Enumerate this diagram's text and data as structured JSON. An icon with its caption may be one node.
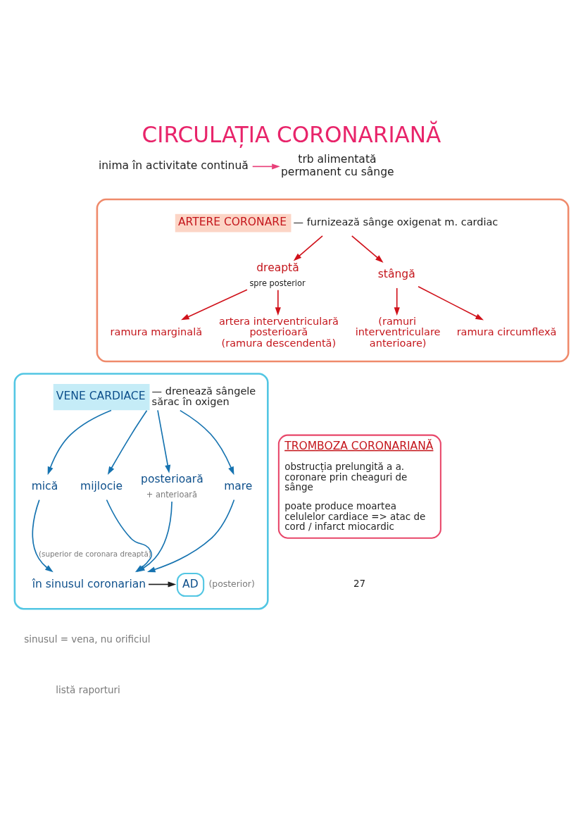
{
  "diagram": {
    "title": "CIRCULAȚIA CORONARIANĂ",
    "nodes": [
      {
        "text": [
          "inima în activitate continuă"
        ]
      },
      {
        "text": [
          "trb alimentată permanent cu sânge"
        ]
      },
      {
        "text": [],
        "shape": "cloud"
      },
      {
        "text": [
          "ARTERE CORONARE"
        ],
        "in": 2,
        "beside": [
          "— furnizează sânge oxigenat m. cardiac"
        ]
      },
      {
        "text": [
          "dreaptă"
        ],
        "in": 2,
        "beside": [
          "spre posterior"
        ]
      },
      {
        "text": [
          "ramura marginală"
        ],
        "in": 2
      },
      {
        "text": [
          "artera interventriculară posterioară",
          "(ramura descendentă)"
        ],
        "in": 2
      },
      {
        "text": [
          "stângă"
        ],
        "in": 2
      },
      {
        "text": [
          "(ramuri interventriculare anterioare)"
        ],
        "in": 2
      },
      {
        "text": [
          "ramura circumflexă"
        ],
        "in": 2
      },
      {
        "text": [],
        "shape": "cloud"
      },
      {
        "text": [
          "VENE CARDIACE"
        ],
        "in": 10,
        "beside": [
          "— drenează sângele sărac în oxigen"
        ]
      },
      {
        "text": [
          "în sinusul coronarian"
        ],
        "in": 10
      },
      {
        "text": [
          "AD"
        ],
        "in": 10,
        "beside": [
          "(posterior)"
        ]
      },
      {
        "text": [
          "mică"
        ],
        "in": 10
      },
      {
        "text": [
          "mijlocie"
        ],
        "in": 10
      },
      {
        "text": [
          "posterioară"
        ],
        "in": 10,
        "beside": [
          "+ anterioară"
        ]
      },
      {
        "text": [
          "mare"
        ],
        "in": 10
      },
      {
        "text": [
          "TROMBOZA CORONARIANĂ",
          "obstrucția prelungită a a. coronare prin cheaguri de sânge",
          "poate produce moartea celulelor cardiace => atac de cord / infarct miocardic"
        ]
      }
    ],
    "edges": [
      {
        "from": 0,
        "to": 1,
        "arrow": "to",
        "color": "#e8407a"
      },
      {
        "from": 3,
        "to": 4,
        "arrow": "to",
        "color": "#d0121b"
      },
      {
        "from": 3,
        "to": 7,
        "arrow": "to",
        "color": "#d0121b"
      },
      {
        "from": 4,
        "to": 5,
        "arrow": "to",
        "color": "#d0121b"
      },
      {
        "from": 4,
        "to": 6,
        "arrow": "to",
        "color": "#d0121b"
      },
      {
        "from": 7,
        "to": 8,
        "arrow": "to",
        "color": "#d0121b"
      },
      {
        "from": 7,
        "to": 9,
        "arrow": "to",
        "color": "#d0121b"
      },
      {
        "from": 11,
        "to": 14,
        "arrow": "to"
      },
      {
        "from": 11,
        "to": 15,
        "arrow": "to"
      },
      {
        "from": 11,
        "to": 16,
        "arrow": "to"
      },
      {
        "from": 11,
        "to": 17,
        "arrow": "to"
      },
      {
        "from": 14,
        "to": 12,
        "arrow": "to",
        "label": "(superior de coronara dreaptă)"
      },
      {
        "from": 15,
        "to": 12,
        "arrow": "to"
      },
      {
        "from": 16,
        "to": 12,
        "arrow": "to"
      },
      {
        "from": 17,
        "to": 12,
        "arrow": "to"
      },
      {
        "from": 12,
        "to": 13,
        "arrow": "to",
        "color": "#1f1f1f"
      }
    ],
    "labels": [
      "sinusul = vena, nu orificiul",
      "listă raporturi",
      "27"
    ]
  }
}
